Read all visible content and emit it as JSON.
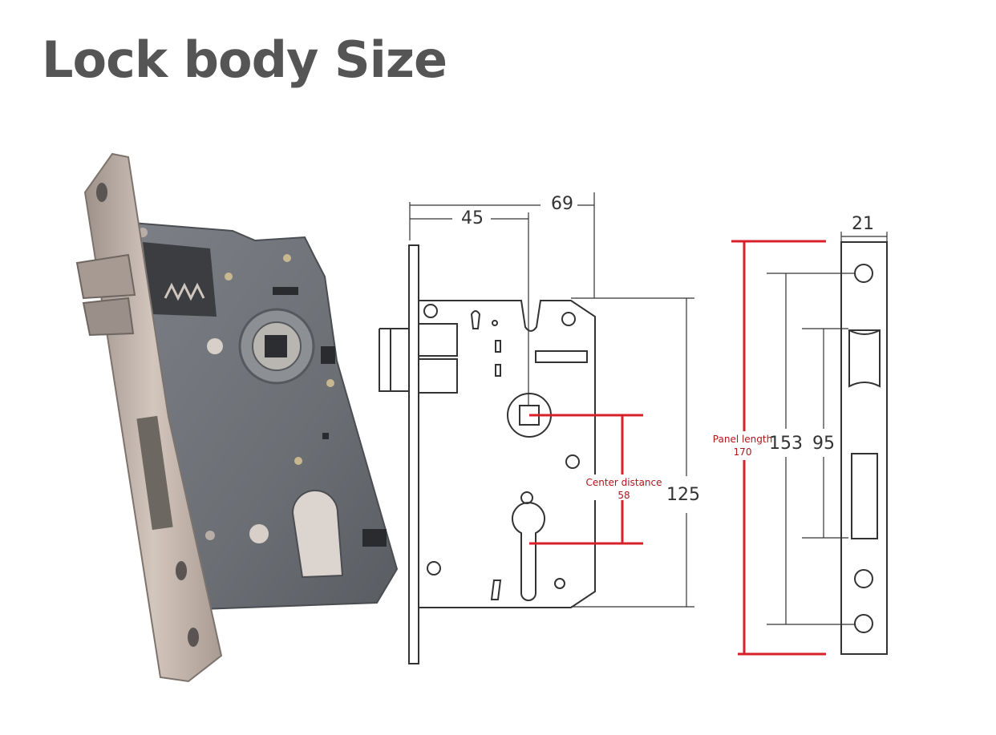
{
  "title": "Lock body Size",
  "colors": {
    "title": "#555555",
    "accent": "#d8202a",
    "metal_dark": "#6f7377",
    "metal_light": "#c7b8ae",
    "line": "#333333"
  },
  "front_view": {
    "dim_top": "69",
    "dim_backset": "45",
    "dim_height": "125",
    "center_distance_label": "Center distance",
    "center_distance_value": "58"
  },
  "side_view": {
    "dim_width": "21",
    "dim_hole_spacing": "153",
    "dim_latch_spacing": "95",
    "panel_length_label": "Panel length",
    "panel_length_value": "170"
  }
}
